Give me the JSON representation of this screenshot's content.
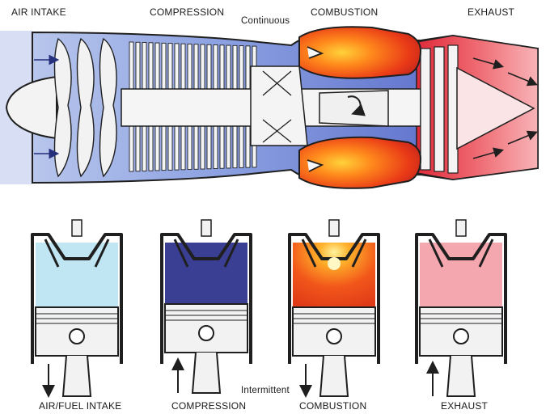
{
  "jet": {
    "stages": [
      "AIR INTAKE",
      "COMPRESSION",
      "COMBUSTION",
      "EXHAUST"
    ],
    "mode": "Continuous"
  },
  "piston": {
    "strokes": [
      "AIR/FUEL INTAKE",
      "COMPRESSION",
      "COMBUSTION",
      "EXHAUST"
    ],
    "mode": "Intermittent"
  },
  "colors": {
    "intake": "#bfe6f2",
    "compression": "#3a3f94",
    "combustion": "#f2491c",
    "exhaust": "#f4a7ae",
    "metal": "#f2f2f2",
    "outline": "#1f1f1f",
    "gas_blue": "#6b7fd6"
  }
}
